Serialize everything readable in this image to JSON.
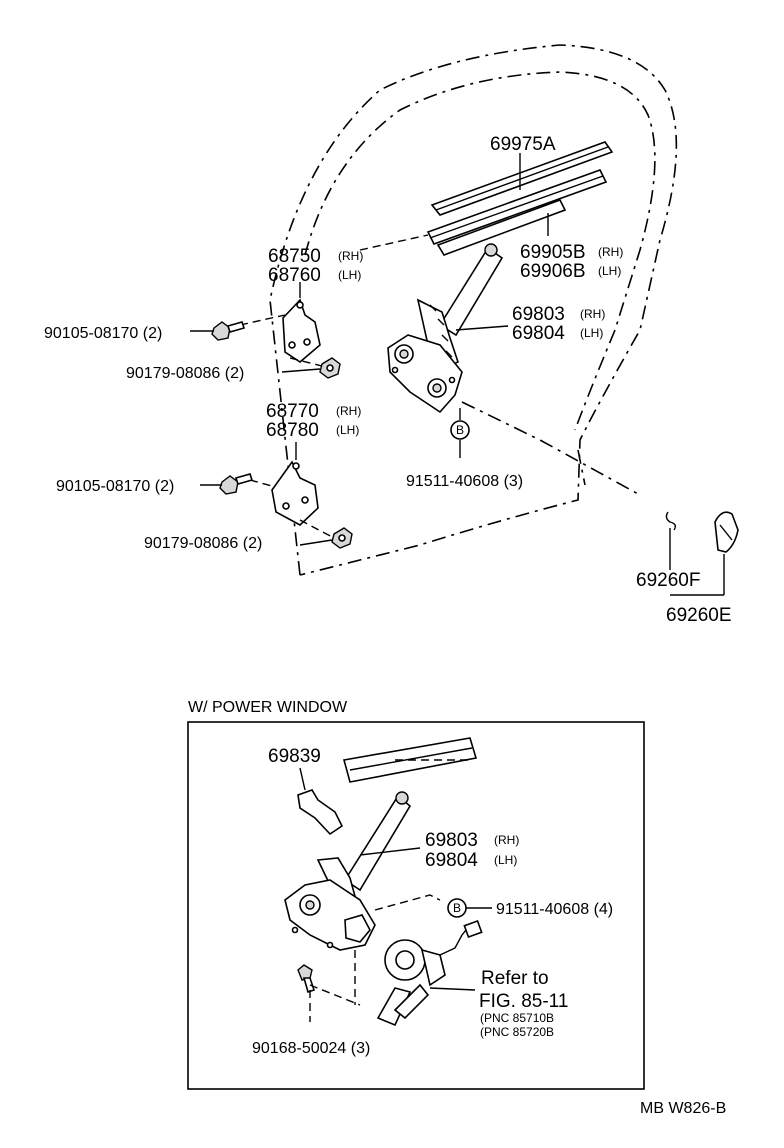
{
  "labels": {
    "p69975A": "69975A",
    "p68750": "68750",
    "p68750_rh": "(RH)",
    "p68760": "68760",
    "p68760_lh": "(LH)",
    "p69905B": "69905B",
    "p69905B_rh": "(RH)",
    "p69906B": "69906B",
    "p69906B_lh": "(LH)",
    "p69803": "69803",
    "p69803_rh": "(RH)",
    "p69804": "69804",
    "p69804_lh": "(LH)",
    "bolt1": "90105-08170 (2)",
    "nut1": "90179-08086 (2)",
    "p68770": "68770",
    "p68770_rh": "(RH)",
    "p68780": "68780",
    "p68780_lh": "(LH)",
    "b_marker": "B",
    "screw_b": "91511-40608 (3)",
    "bolt2": "90105-08170 (2)",
    "nut2": "90179-08086 (2)",
    "p69260F": "69260F",
    "p69260E": "69260E"
  },
  "power_window": {
    "title": "W/ POWER  WINDOW",
    "p69839": "69839",
    "p69803": "69803",
    "p69803_rh": "(RH)",
    "p69804": "69804",
    "p69804_lh": "(LH)",
    "b_marker": "B",
    "screw_b": "91511-40608 (4)",
    "refer_to": "Refer to",
    "fig_ref": "FIG. 85-11",
    "pnc1": "(PNC 85710B",
    "pnc2": "(PNC 85720B",
    "screw": "90168-50024 (3)"
  },
  "footer": {
    "code": "MB W826-B"
  }
}
